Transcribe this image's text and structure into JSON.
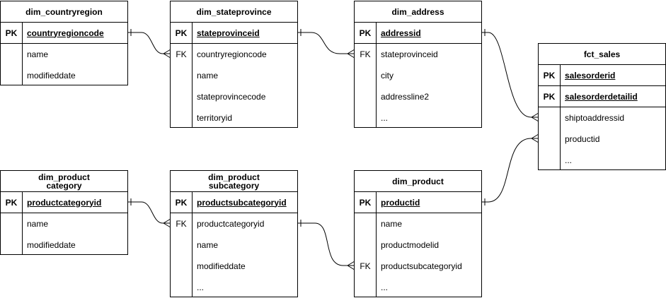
{
  "entities": {
    "countryregion": {
      "title": "dim_countryregion",
      "pk": [
        {
          "key": "PK",
          "name": "countryregioncode"
        }
      ],
      "attrs": [
        {
          "key": "",
          "name": "name"
        },
        {
          "key": "",
          "name": "modifieddate"
        }
      ]
    },
    "stateprovince": {
      "title": "dim_stateprovince",
      "pk": [
        {
          "key": "PK",
          "name": "stateprovinceid"
        }
      ],
      "attrs": [
        {
          "key": "FK",
          "name": "countryregioncode"
        },
        {
          "key": "",
          "name": "name"
        },
        {
          "key": "",
          "name": "stateprovincecode"
        },
        {
          "key": "",
          "name": "territoryid"
        }
      ]
    },
    "address": {
      "title": "dim_address",
      "pk": [
        {
          "key": "PK",
          "name": "addressid"
        }
      ],
      "attrs": [
        {
          "key": "FK",
          "name": "stateprovinceid"
        },
        {
          "key": "",
          "name": "city"
        },
        {
          "key": "",
          "name": "addressline2"
        },
        {
          "key": "",
          "name": "..."
        }
      ]
    },
    "fct_sales": {
      "title": "fct_sales",
      "pk": [
        {
          "key": "PK",
          "name": "salesorderid"
        },
        {
          "key": "PK",
          "name": "salesorderdetailid"
        }
      ],
      "attrs": [
        {
          "key": "",
          "name": "shiptoaddressid"
        },
        {
          "key": "",
          "name": "productid"
        },
        {
          "key": "",
          "name": "..."
        }
      ]
    },
    "productcategory": {
      "title": "dim_product category",
      "pk": [
        {
          "key": "PK",
          "name": "productcategoryid"
        }
      ],
      "attrs": [
        {
          "key": "",
          "name": "name"
        },
        {
          "key": "",
          "name": "modifieddate"
        }
      ]
    },
    "productsubcategory": {
      "title": "dim_product subcategory",
      "pk": [
        {
          "key": "PK",
          "name": "productsubcategoryid"
        }
      ],
      "attrs": [
        {
          "key": "FK",
          "name": "productcategoryid"
        },
        {
          "key": "",
          "name": "name"
        },
        {
          "key": "",
          "name": "modifieddate"
        },
        {
          "key": "",
          "name": "..."
        }
      ]
    },
    "product": {
      "title": "dim_product",
      "pk": [
        {
          "key": "PK",
          "name": "productid"
        }
      ],
      "attrs": [
        {
          "key": "",
          "name": "name"
        },
        {
          "key": "",
          "name": "productmodelid"
        },
        {
          "key": "FK",
          "name": "productsubcategoryid"
        },
        {
          "key": "",
          "name": "..."
        }
      ]
    }
  },
  "relationships": [
    {
      "from": "countryregion",
      "to": "stateprovince",
      "from_end": "one",
      "to_end": "many"
    },
    {
      "from": "stateprovince",
      "to": "address",
      "from_end": "one",
      "to_end": "many"
    },
    {
      "from": "address",
      "to": "fct_sales",
      "from_end": "one",
      "to_end": "many"
    },
    {
      "from": "product",
      "to": "fct_sales",
      "from_end": "one",
      "to_end": "many"
    },
    {
      "from": "productcategory",
      "to": "productsubcategory",
      "from_end": "one",
      "to_end": "many"
    },
    {
      "from": "productsubcategory",
      "to": "product",
      "from_end": "one",
      "to_end": "many"
    }
  ]
}
